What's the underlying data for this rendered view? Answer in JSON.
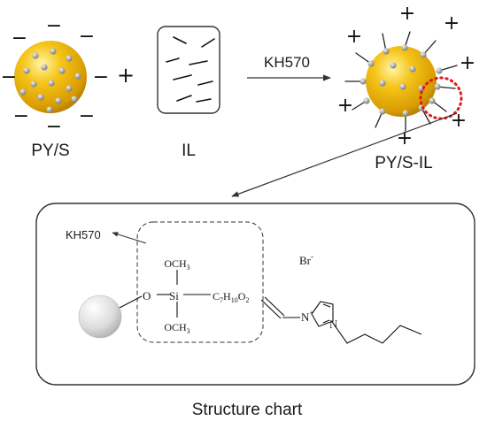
{
  "labels": {
    "py_s": "PY/S",
    "il": "IL",
    "reagent": "KH570",
    "py_s_il": "PY/S-IL",
    "kh570_tag": "KH570",
    "caption": "Structure chart"
  },
  "operators": {
    "plus": "+",
    "minus": "−"
  },
  "chem": {
    "o_bridge": "O",
    "si": "Si",
    "och3_top": "OCH",
    "och3_bottom": "OCH",
    "sub3": "3",
    "linker_c": "C",
    "linker_h": "H",
    "linker_o": "O",
    "sub7": "7",
    "sub10": "10",
    "sub2": "2",
    "counter_ion": "Br",
    "counter_charge": "-",
    "n_cation": "N",
    "n_charge": "+",
    "n_neutral": "N"
  },
  "colors": {
    "particle_gold": "#e8b000",
    "particle_highlight": "#fff3a0",
    "site_gray": "#9a9a9a",
    "callout_red": "#e0191c",
    "silica_ball": "#d9d9d9"
  }
}
